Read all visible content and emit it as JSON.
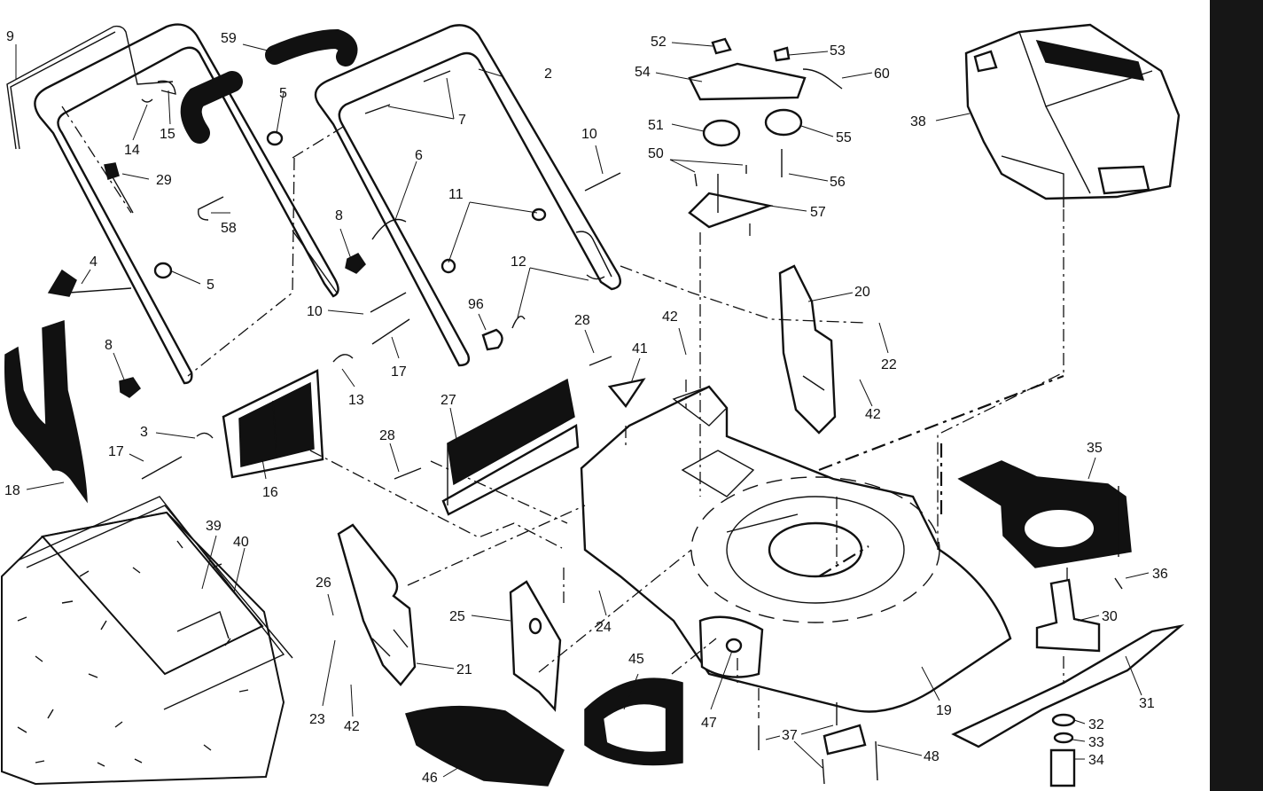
{
  "diagram": {
    "callouts": [
      "9",
      "59",
      "5",
      "2",
      "7",
      "14",
      "15",
      "29",
      "58",
      "8",
      "6",
      "10",
      "11",
      "12",
      "4",
      "5",
      "10",
      "96",
      "8",
      "17",
      "13",
      "28",
      "41",
      "27",
      "3",
      "17",
      "18",
      "16",
      "28",
      "39",
      "40",
      "26",
      "25",
      "24",
      "23",
      "42",
      "21",
      "45",
      "46",
      "47",
      "52",
      "53",
      "54",
      "60",
      "51",
      "55",
      "50",
      "56",
      "57",
      "38",
      "20",
      "42",
      "22",
      "42",
      "35",
      "36",
      "30",
      "31",
      "19",
      "32",
      "33",
      "34",
      "37",
      "48"
    ]
  },
  "colors": {
    "ink": "#111111",
    "paper": "#ffffff",
    "edge_bar": "#161616"
  }
}
